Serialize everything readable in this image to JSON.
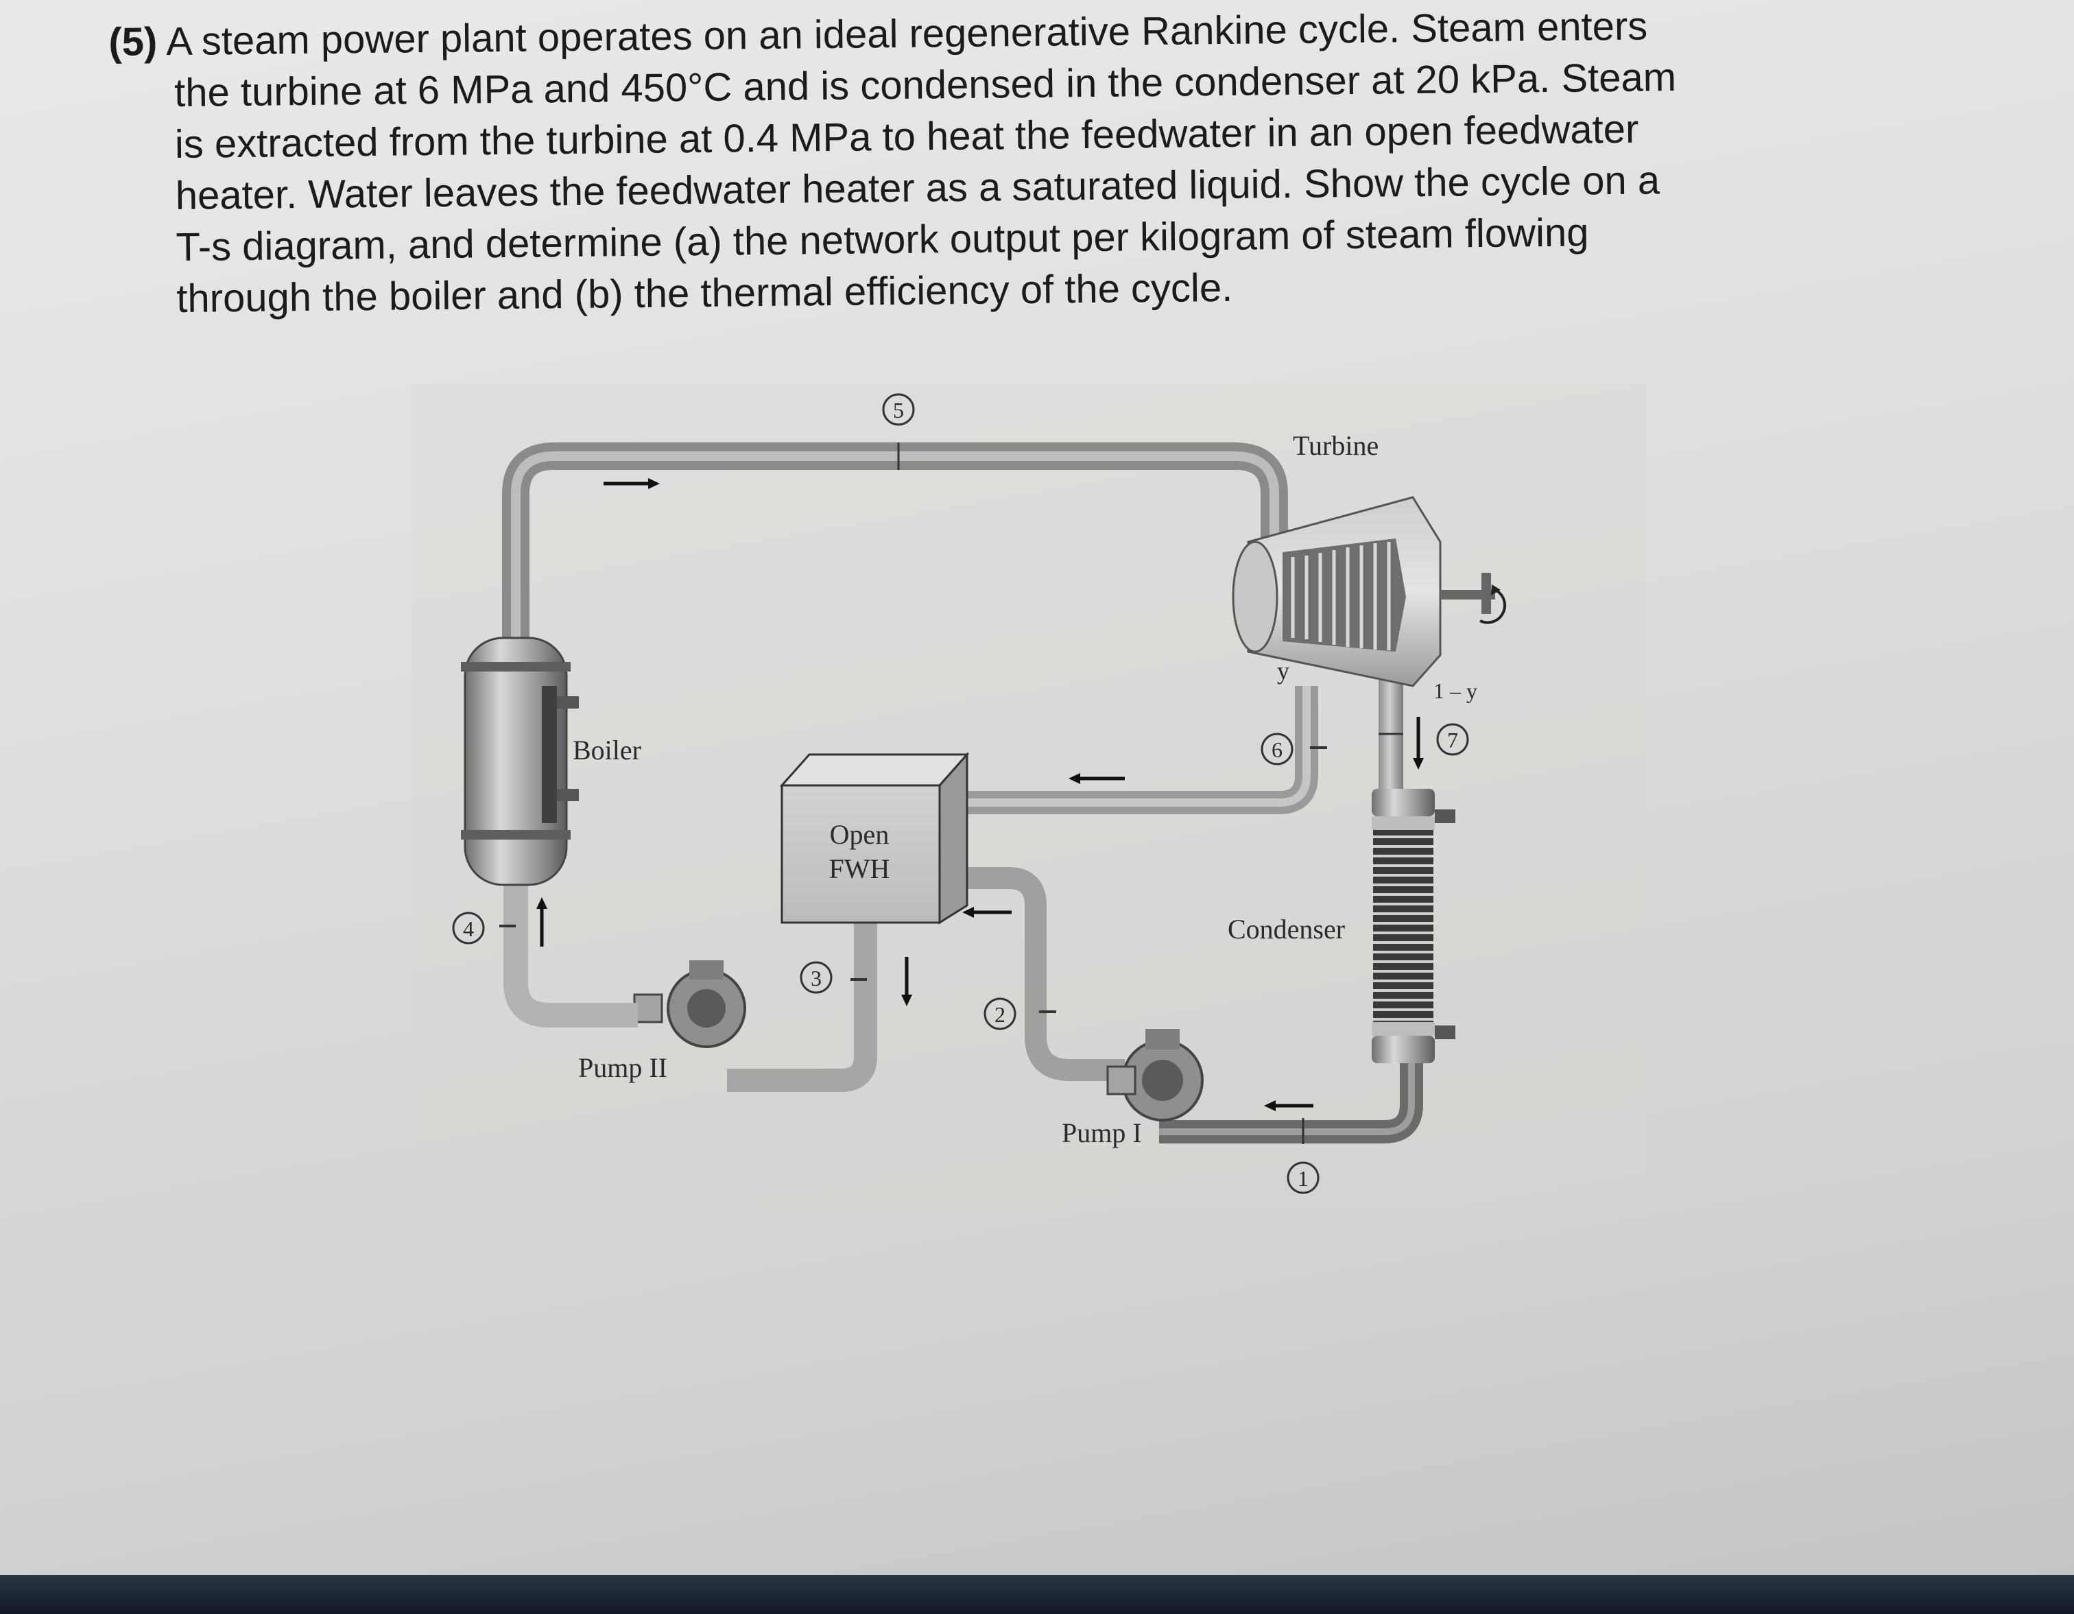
{
  "problem": {
    "number": "(5)",
    "lines": [
      "A steam power plant operates on an ideal regenerative Rankine cycle. Steam enters",
      "the turbine at 6 MPa and 450°C and is condensed in the condenser at 20 kPa. Steam",
      "is extracted from the turbine at 0.4 MPa to heat the feedwater in an open feedwater",
      "heater. Water leaves the feedwater heater as a saturated liquid. Show the cycle on a",
      "T-s diagram, and determine (a) the network output per kilogram of steam flowing",
      "through the boiler and (b) the thermal efficiency of the cycle."
    ]
  },
  "diagram": {
    "labels": {
      "turbine": "Turbine",
      "boiler": "Boiler",
      "open_fwh_line1": "Open",
      "open_fwh_line2": "FWH",
      "condenser": "Condenser",
      "pump_1": "Pump I",
      "pump_2": "Pump II",
      "y": "y",
      "one_minus_y": "1 – y"
    },
    "states": [
      "1",
      "2",
      "3",
      "4",
      "5",
      "6",
      "7"
    ]
  }
}
